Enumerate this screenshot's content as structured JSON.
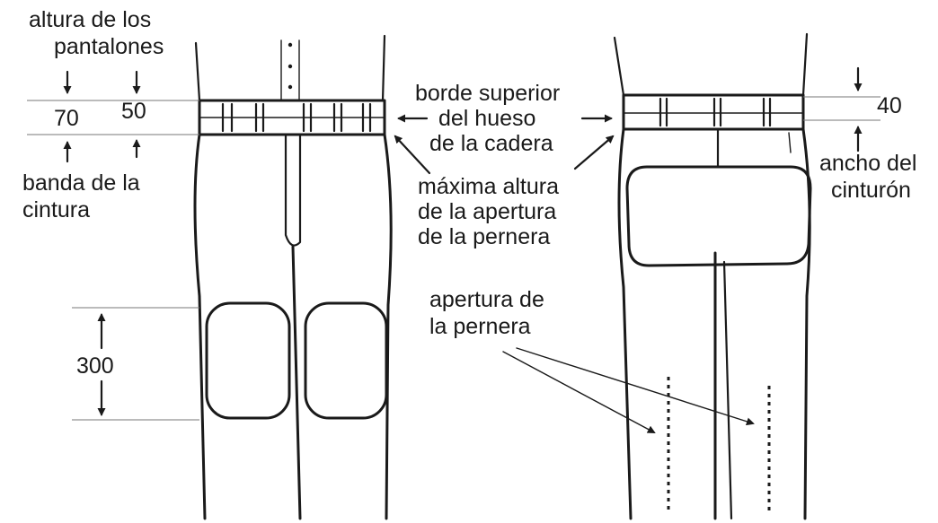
{
  "labels": {
    "pants_height": [
      "altura de los",
      "pantalones"
    ],
    "dim_70": "70",
    "dim_50": "50",
    "waistband": [
      "banda de la",
      "cintura"
    ],
    "dim_300": "300",
    "hip_bone": [
      "borde superior",
      "del hueso",
      "de la cadera"
    ],
    "leg_opening_max": [
      "máxima altura",
      "de la apertura",
      "de la pernera"
    ],
    "leg_opening": [
      "apertura de",
      "la pernera"
    ],
    "dim_40": "40",
    "belt_width": [
      "ancho del",
      "cinturón"
    ]
  }
}
